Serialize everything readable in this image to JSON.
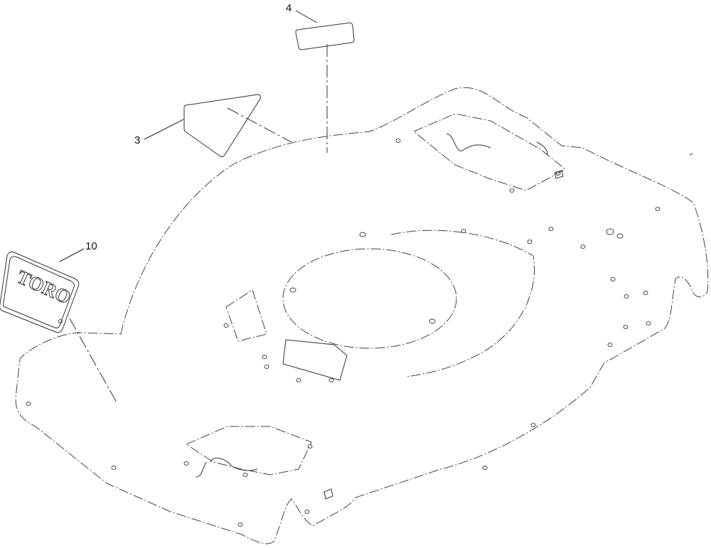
{
  "callouts": {
    "item_3": "3",
    "item_4": "4",
    "item_10": "10"
  },
  "logo": {
    "text": "TORO"
  }
}
